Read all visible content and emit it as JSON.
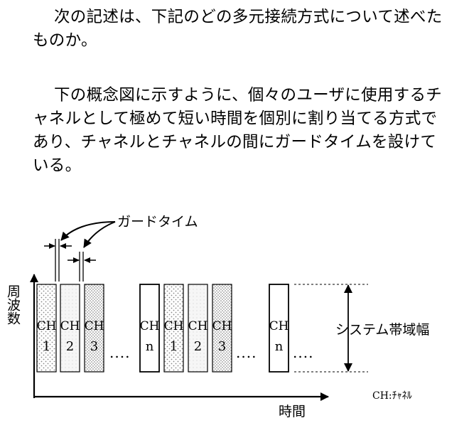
{
  "question": {
    "intro": "次の記述は、下記のどの多元接続方式について述べたものか。",
    "description": "下の概念図に示すように、個々のユーザに使用するチャネルとして極めて短い時間を個別に割り当てる方式であり、チャネルとチャネルの間にガードタイムを設けている。"
  },
  "diagram": {
    "guard_time_label": "ガードタイム",
    "y_axis_label": "周波数",
    "x_axis_label": "時間",
    "bandwidth_label": "システム帯域幅",
    "legend_note": "CH:ﾁｬﾈﾙ",
    "ellipsis": "....",
    "channels": [
      {
        "top": "CH",
        "bottom": "1",
        "fill": "dots"
      },
      {
        "top": "CH",
        "bottom": "2",
        "fill": "light"
      },
      {
        "top": "CH",
        "bottom": "3",
        "fill": "dense"
      },
      {
        "top": "CH",
        "bottom": "n",
        "fill": "none"
      },
      {
        "top": "CH",
        "bottom": "1",
        "fill": "dots"
      },
      {
        "top": "CH",
        "bottom": "2",
        "fill": "light"
      },
      {
        "top": "CH",
        "bottom": "3",
        "fill": "dense"
      },
      {
        "top": "CH",
        "bottom": "n",
        "fill": "none"
      }
    ]
  }
}
